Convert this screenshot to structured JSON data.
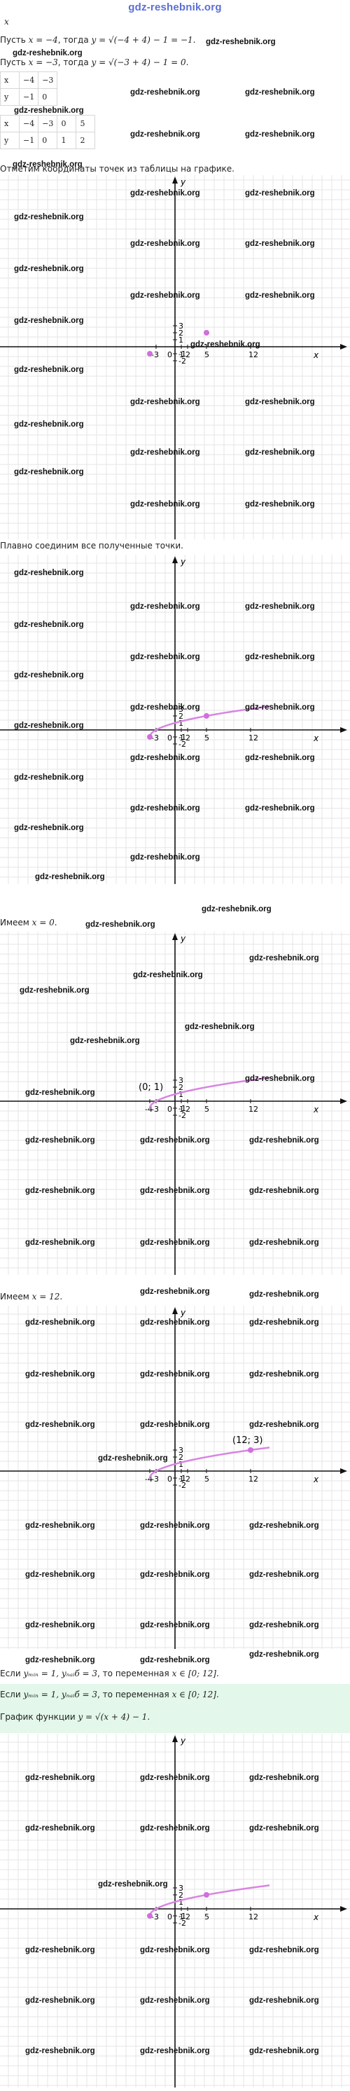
{
  "site": {
    "logo": "gdz-reshebnik.org",
    "watermark": "gdz-reshebnik.org"
  },
  "intro_var": "x",
  "line1": {
    "pre": "Пусть ",
    "x": "x = −4",
    "mid": ", тогда ",
    "y": "y = √(−4 + 4) − 1 = −1",
    "post": "."
  },
  "line2": {
    "pre": "Пусть ",
    "x": "x = −3",
    "mid": ", тогда ",
    "y": "y = √(−3 + 4) − 1 = 0",
    "post": "."
  },
  "table1": {
    "row_x": [
      "x",
      "−4",
      "−3"
    ],
    "row_y": [
      "y",
      "−1",
      "0"
    ]
  },
  "table2": {
    "row_x": [
      "x",
      "−4",
      "−3",
      "0",
      "5"
    ],
    "row_y": [
      "y",
      "−1",
      "0",
      "1",
      "2"
    ]
  },
  "text_mark": "Отметим координаты точек из таблицы на графике.",
  "text_connect": "Плавно соединим все полученные точки.",
  "text_have0": {
    "pre": "Имеем ",
    "math": "x = 0",
    "post": "."
  },
  "text_have12": {
    "pre": "Имеем ",
    "math": "x = 12",
    "post": "."
  },
  "text_if1": {
    "pre": "Если ",
    "math": "yₘᵢₙ = 1, yₙₐᵢб = 3",
    "mid": ", то переменная ",
    "math2": "x ∈ [0; 12]",
    "post": "."
  },
  "text_if2": {
    "pre": "Если ",
    "math": "yₘᵢₙ = 1, yₙₐᵢб = 3",
    "mid": ", то переменная ",
    "math2": "x ∈ [0; 12]",
    "post": "."
  },
  "text_graphfn": {
    "pre": "График функции ",
    "math": "y = √(x + 4) − 1",
    "post": "."
  },
  "axes": {
    "x_label": "x",
    "y_label": "y",
    "origin": "0",
    "x_ticks": [
      "-3",
      "1",
      "2",
      "5",
      "12"
    ],
    "x_ticks_ext": [
      "-4",
      "-3",
      "1",
      "2",
      "5",
      "12"
    ],
    "y_ticks": [
      "3",
      "2",
      "1",
      "-1",
      "-2"
    ]
  },
  "annotations": {
    "point_0_1": "(0; 1)",
    "point_12_3": "(12; 3)"
  },
  "colors": {
    "curve": "#d885e2",
    "point": "#d070dc",
    "grid": "#e6e6e6",
    "highlight": "#e3f7ea",
    "logo": "#5b6fd6"
  },
  "chart_data": [
    {
      "type": "scatter",
      "title": "",
      "points": [
        {
          "x": -4,
          "y": -1
        },
        {
          "x": -3,
          "y": 0
        },
        {
          "x": 0,
          "y": 1
        },
        {
          "x": 5,
          "y": 2
        }
      ]
    },
    {
      "type": "line",
      "title": "",
      "function": "y = sqrt(x + 4) - 1",
      "xlim": [
        -4,
        15
      ],
      "points": [
        {
          "x": -4,
          "y": -1
        },
        {
          "x": -3,
          "y": 0
        },
        {
          "x": 0,
          "y": 1
        },
        {
          "x": 5,
          "y": 2
        },
        {
          "x": 12,
          "y": 3
        }
      ]
    },
    {
      "type": "line",
      "title": "",
      "function": "y = sqrt(x + 4) - 1",
      "marked_point": {
        "x": 0,
        "y": 1
      }
    },
    {
      "type": "line",
      "title": "",
      "function": "y = sqrt(x + 4) - 1",
      "marked_point": {
        "x": 12,
        "y": 3
      }
    },
    {
      "type": "line",
      "title": "",
      "function": "y = sqrt(x + 4) - 1",
      "points": [
        {
          "x": -4,
          "y": -1
        },
        {
          "x": 5,
          "y": 2
        }
      ]
    }
  ]
}
